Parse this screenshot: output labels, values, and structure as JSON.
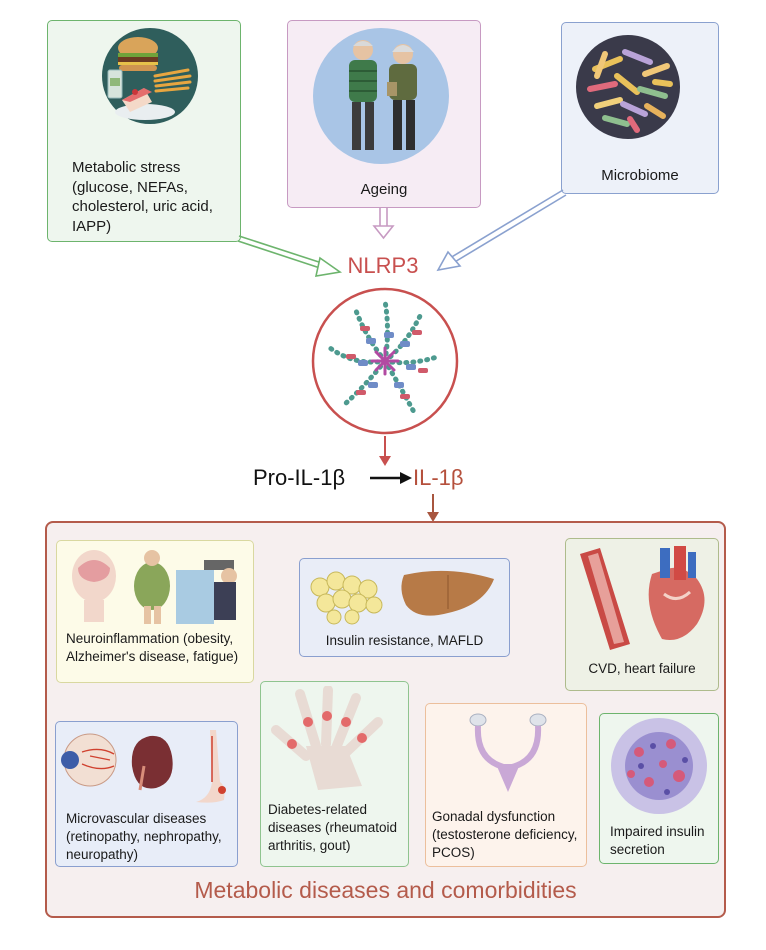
{
  "inputs": {
    "metabolic_stress": {
      "lines": [
        "Metabolic stress",
        "(glucose, NEFAs,",
        "cholesterol, uric acid,",
        "IAPP)"
      ],
      "icon": "food-icon",
      "fill": "#eef6ee",
      "border": "#6db46d"
    },
    "ageing": {
      "label": "Ageing",
      "icon": "elderly-couple-icon",
      "fill": "#f6ecf4",
      "border": "#c79ac2"
    },
    "microbiome": {
      "label": "Microbiome",
      "icon": "bacteria-icon",
      "fill": "#edf1f9",
      "border": "#8aa1cf"
    }
  },
  "center": {
    "title": "NLRP3",
    "title_color": "#c8504f",
    "icon": "inflammasome-icon",
    "pro_il": "Pro-IL-1β",
    "il": "IL-1β",
    "il_color": "#b5503c"
  },
  "outcomes": {
    "title": "Metabolic diseases and comorbidities",
    "title_color": "#b45b4b",
    "border": "#b45b4b",
    "fill": "#f6efef",
    "items": {
      "neuro": {
        "lines": [
          "Neuroinflammation (obesity,",
          "Alzheimer's disease, fatigue)"
        ],
        "icon": "brain-obesity-fatigue-icon"
      },
      "insulin_resistance": {
        "lines": [
          "Insulin resistance, MAFLD"
        ],
        "icon": "adipocytes-liver-icon"
      },
      "cvd": {
        "lines": [
          "CVD, heart failure"
        ],
        "icon": "heart-vessel-icon"
      },
      "microvascular": {
        "lines": [
          "Microvascular diseases",
          "(retinopathy, nephropathy,",
          "neuropathy)"
        ],
        "icon": "eye-kidney-foot-icon"
      },
      "diabetes_related": {
        "lines": [
          "Diabetes-related",
          "diseases (rheumatoid",
          "arthritis, gout)"
        ],
        "icon": "hand-joints-icon"
      },
      "gonadal": {
        "lines": [
          "Gonadal dysfunction",
          "(testosterone deficiency,",
          "PCOS)"
        ],
        "icon": "uterus-ovaries-icon"
      },
      "impaired_insulin": {
        "lines": [
          "Impaired insulin",
          "secretion"
        ],
        "icon": "islet-icon"
      }
    }
  }
}
